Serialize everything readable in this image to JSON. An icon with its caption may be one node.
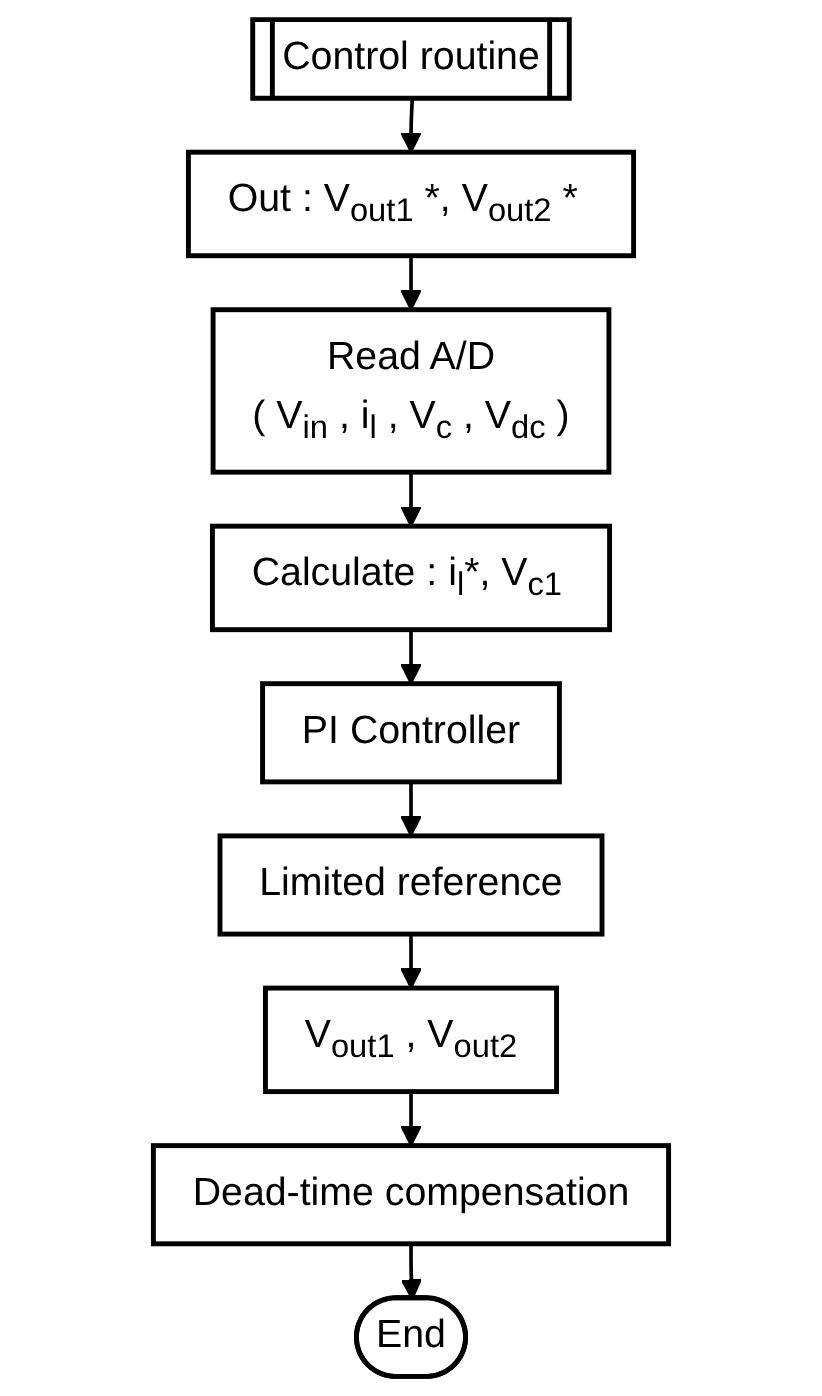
{
  "diagram": {
    "nodes": [
      {
        "text": [
          "Control routine"
        ]
      },
      {
        "text": [
          "Out : V$_{out1}$ *, V$_{out2}$ *"
        ]
      },
      {
        "text": [
          "Read A/D",
          "( V$_{in}$ , i$_{l}$ , V$_{c}$ , V$_{dc}$ )"
        ]
      },
      {
        "text": [
          "Calculate : i$_{l}$*, V$_{c1}$"
        ]
      },
      {
        "text": [
          "PI Controller"
        ]
      },
      {
        "text": [
          "Limited reference"
        ]
      },
      {
        "text": [
          "V$_{out1}$ , V$_{out2}$"
        ]
      },
      {
        "text": [
          "Dead-time compensation"
        ]
      },
      {
        "text": [
          "End"
        ]
      }
    ],
    "edges": [
      {
        "from": 0,
        "to": 1,
        "arrow": "to"
      },
      {
        "from": 1,
        "to": 2,
        "arrow": "to"
      },
      {
        "from": 2,
        "to": 3,
        "arrow": "to"
      },
      {
        "from": 3,
        "to": 4,
        "arrow": "to"
      },
      {
        "from": 4,
        "to": 5,
        "arrow": "to"
      },
      {
        "from": 5,
        "to": 6,
        "arrow": "to"
      },
      {
        "from": 6,
        "to": 7,
        "arrow": "to"
      },
      {
        "from": 7,
        "to": 8,
        "arrow": "to"
      }
    ]
  }
}
